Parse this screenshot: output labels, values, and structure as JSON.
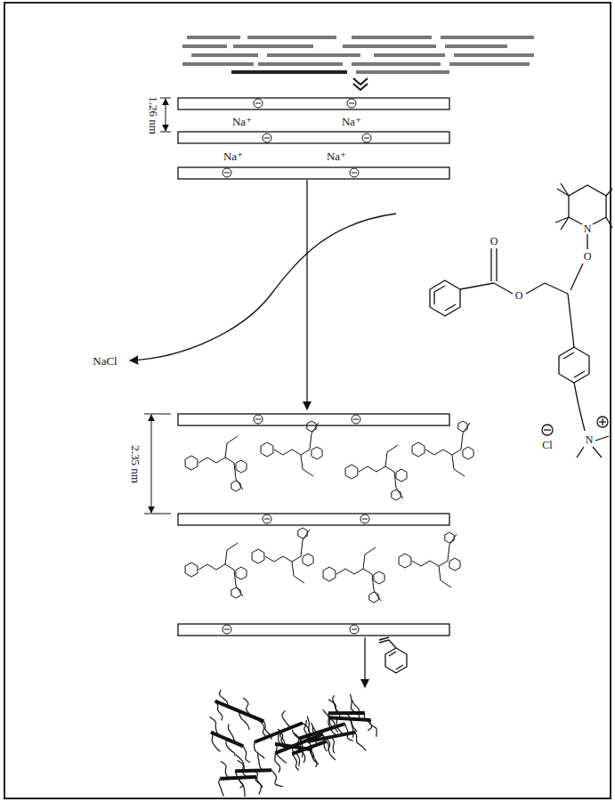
{
  "diagram": {
    "labels": [
      "1.26 nm",
      "Na⁺",
      "Na⁺",
      "Na⁺",
      "Na⁺",
      "NaCl",
      "2.35 nm",
      "O",
      "O",
      "O",
      "N",
      "Cl",
      "N"
    ]
  }
}
